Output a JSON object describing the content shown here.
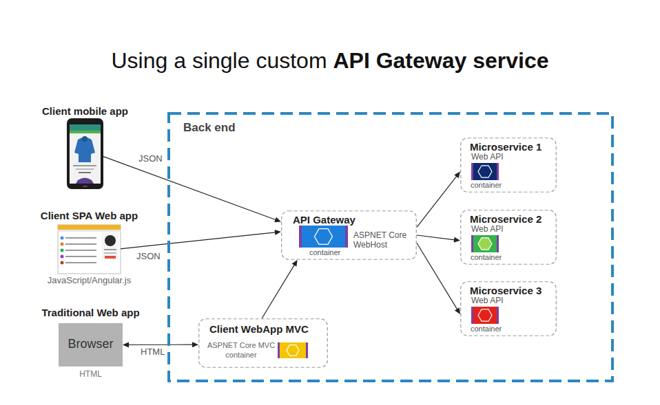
{
  "diagram": {
    "title": "Using a single custom API Gateway service",
    "nodes": [
      {
        "text": [
          "Client mobile app"
        ]
      },
      {
        "text": [
          "Back end"
        ]
      },
      {
        "text": [
          "Microservice 1",
          "Web API",
          "container"
        ],
        "in": 1
      },
      {
        "text": [
          "Client SPA Web app",
          "JavaScript/Angular.js"
        ]
      },
      {
        "text": [
          "API Gateway",
          "ASPNET Core WebHost",
          "container"
        ],
        "in": 1
      },
      {
        "text": [
          "Microservice 2",
          "Web API",
          "container"
        ],
        "in": 1
      },
      {
        "text": [
          "Microservice 3",
          "Web API",
          "container"
        ],
        "in": 1
      },
      {
        "text": [
          "Traditional Web app",
          "Browser",
          "HTML"
        ]
      },
      {
        "text": [
          "Client WebApp MVC",
          "ASPNET Core MVC container"
        ],
        "in": 1
      }
    ],
    "edges": [
      {
        "from": 0,
        "to": 4,
        "label": "JSON",
        "arrow": "to"
      },
      {
        "from": 3,
        "to": 4,
        "label": "JSON",
        "arrow": "to"
      },
      {
        "from": 7,
        "to": 8,
        "label": "HTML",
        "arrow": "both"
      },
      {
        "from": 8,
        "to": 4,
        "arrow": "to"
      },
      {
        "from": 4,
        "to": 2,
        "arrow": "to"
      },
      {
        "from": 4,
        "to": 5,
        "arrow": "to"
      },
      {
        "from": 4,
        "to": 6,
        "arrow": "to"
      }
    ]
  }
}
